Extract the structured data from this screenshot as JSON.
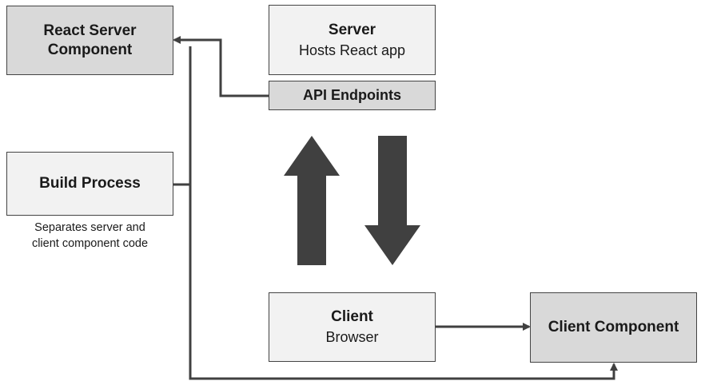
{
  "boxes": {
    "react_server_component": {
      "title": "React Server\nComponent"
    },
    "server": {
      "title": "Server",
      "subtitle": "Hosts React app"
    },
    "api_endpoints": {
      "title": "API Endpoints"
    },
    "build_process": {
      "title": "Build Process",
      "note": "Separates server and\nclient component code"
    },
    "client": {
      "title": "Client",
      "subtitle": "Browser"
    },
    "client_component": {
      "title": "Client Component"
    }
  },
  "colors": {
    "light_fill": "#f2f2f2",
    "dark_fill": "#d9d9d9",
    "stroke": "#444444",
    "arrow": "#404040"
  }
}
